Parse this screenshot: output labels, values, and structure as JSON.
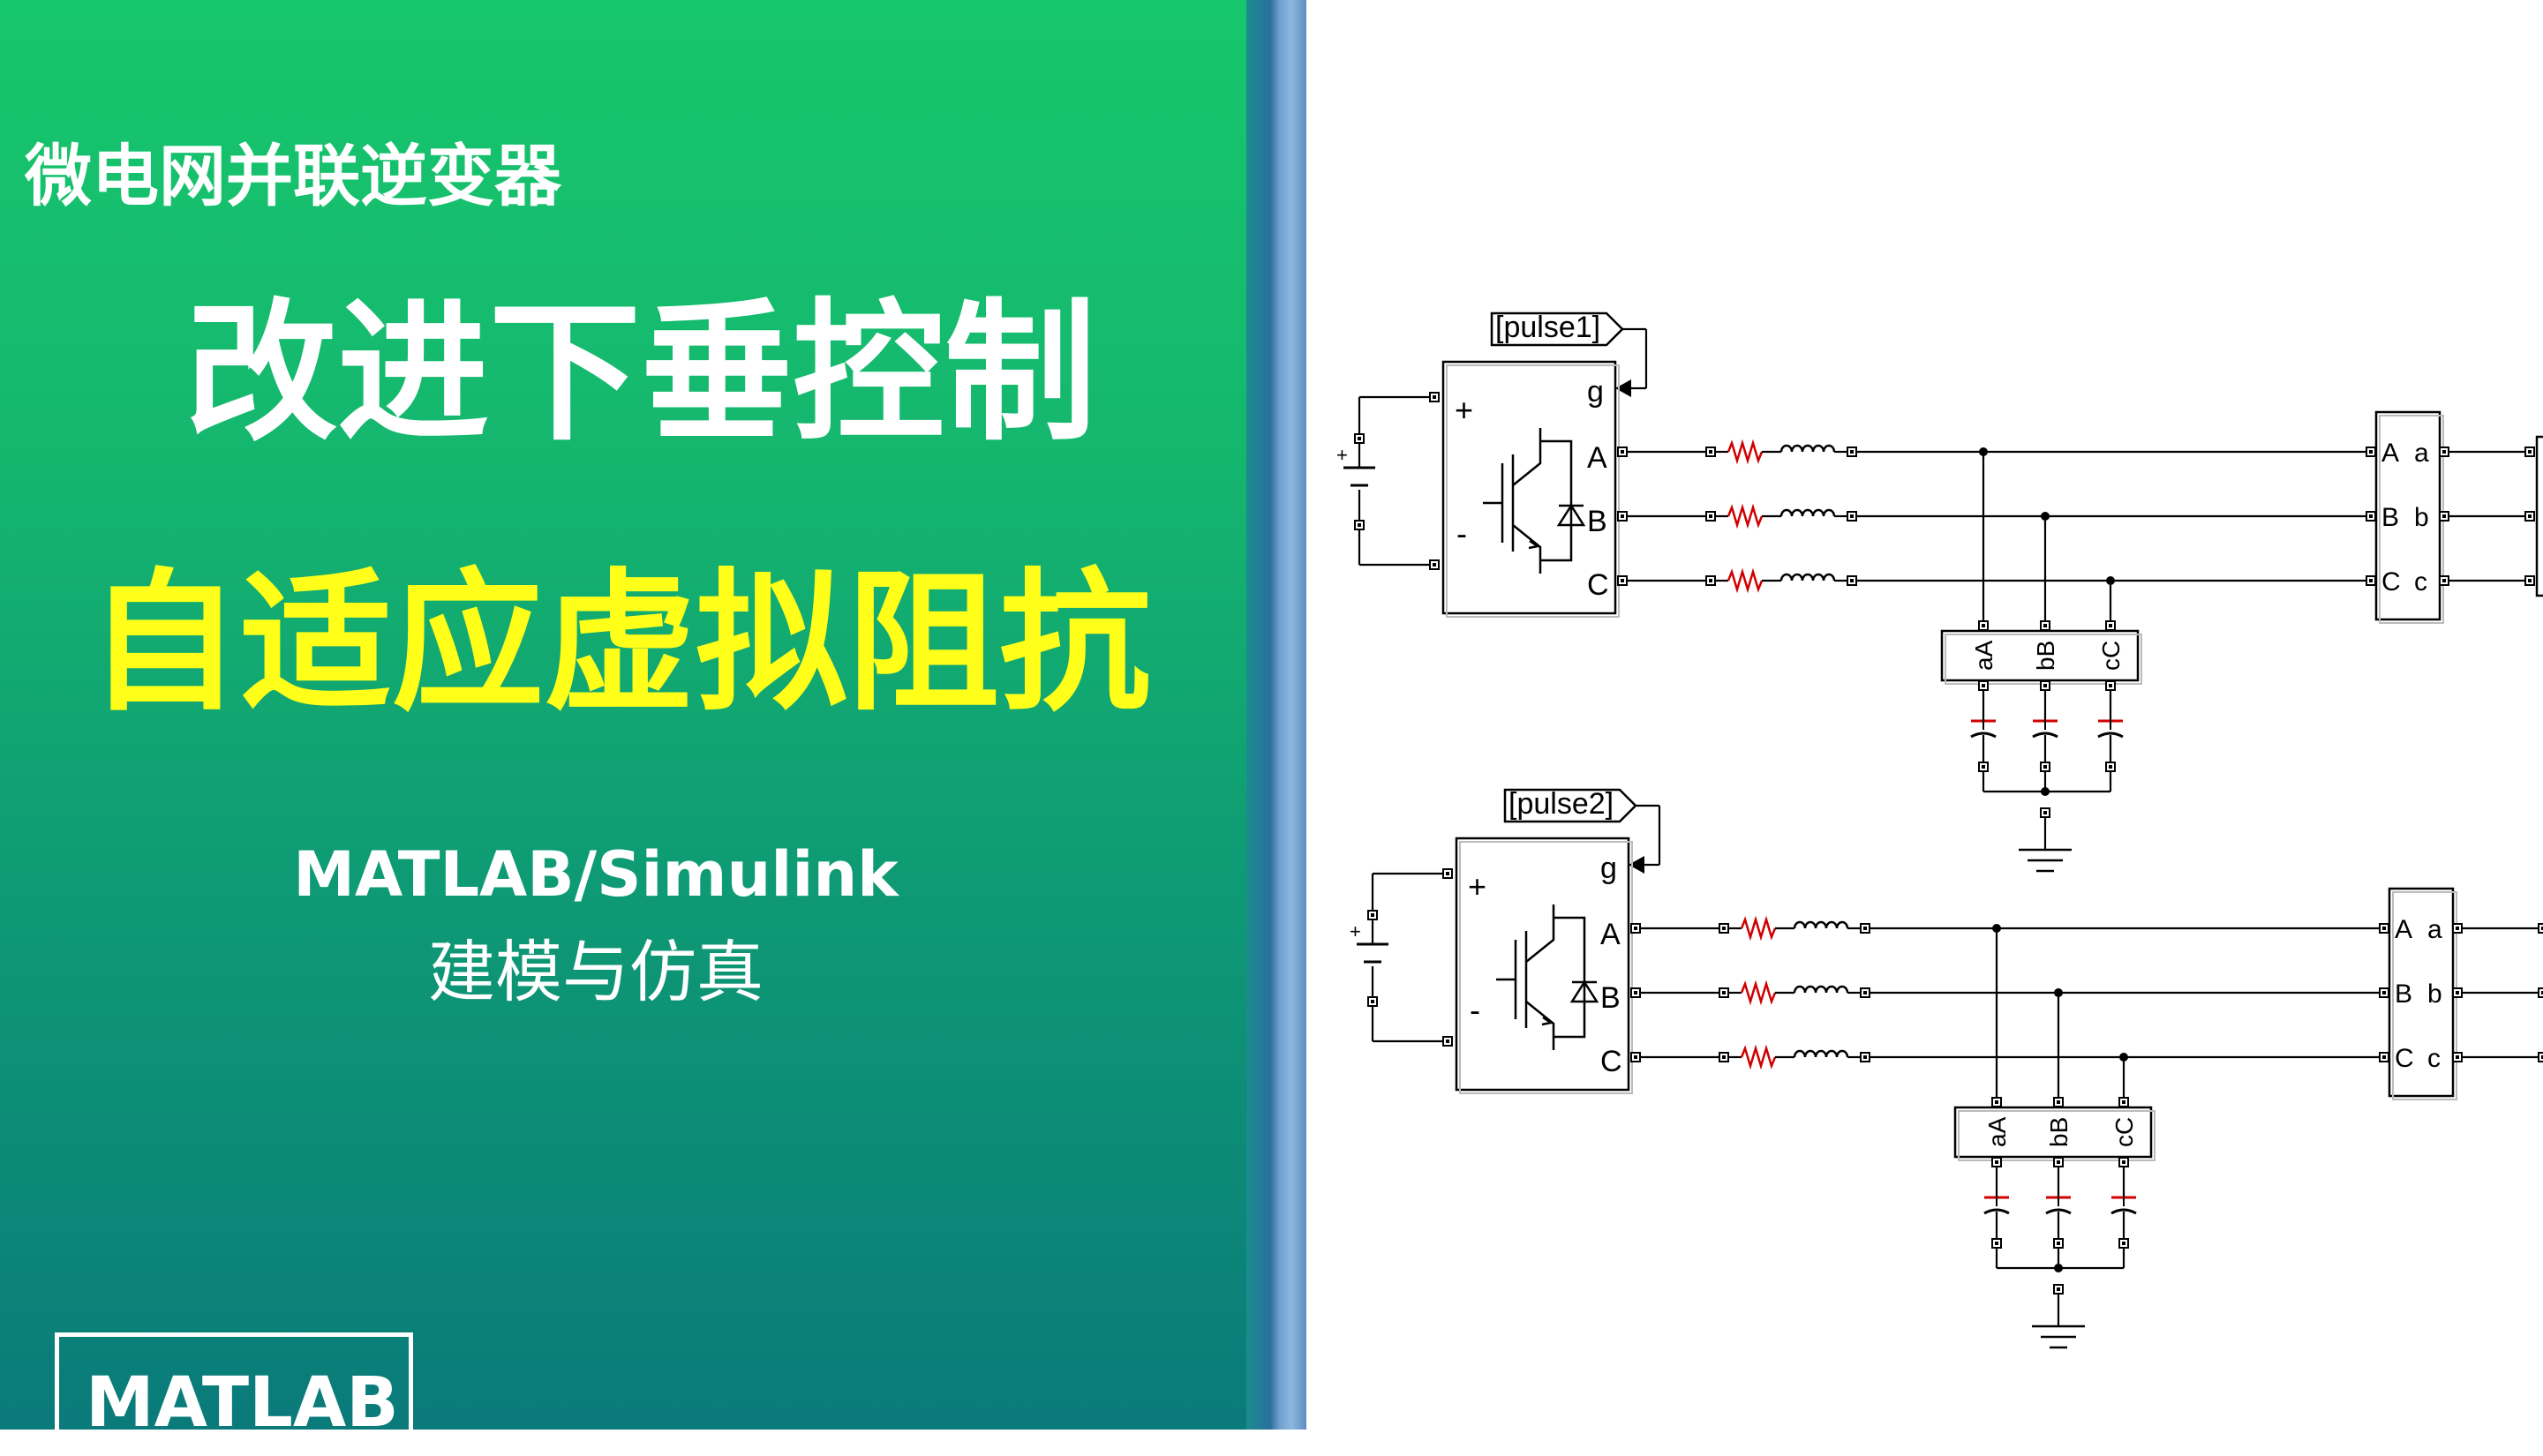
{
  "slide": {
    "subtitle": "微电网并联逆变器",
    "title_line1": "改进下垂控制",
    "title_line2": "自适应虚拟阻抗",
    "tool": "MATLAB/Simulink",
    "tool_desc": "建模与仿真",
    "badge": "MATLAB"
  },
  "diagram": {
    "inverter1": {
      "goto_tag": "[pulse1]",
      "gate_port": "g",
      "dc_plus": "+",
      "dc_minus": "-",
      "phase_ports": [
        "A",
        "B",
        "C"
      ],
      "filter_ports": [
        "aA",
        "bB",
        "cC"
      ],
      "meas_left": [
        "A",
        "B",
        "C"
      ],
      "meas_right": [
        "a",
        "b",
        "c"
      ]
    },
    "inverter2": {
      "goto_tag": "[pulse2]",
      "gate_port": "g",
      "dc_plus": "+",
      "dc_minus": "-",
      "phase_ports": [
        "A",
        "B",
        "C"
      ],
      "filter_ports": [
        "aA",
        "bB",
        "cC"
      ],
      "meas_left": [
        "A",
        "B",
        "C"
      ],
      "meas_right": [
        "a",
        "b",
        "c"
      ]
    }
  },
  "colors": {
    "title_white": "#ffffff",
    "title_yellow": "#ffff1a",
    "resistor": "#d00000",
    "capacitor_plate": "#d00000"
  }
}
